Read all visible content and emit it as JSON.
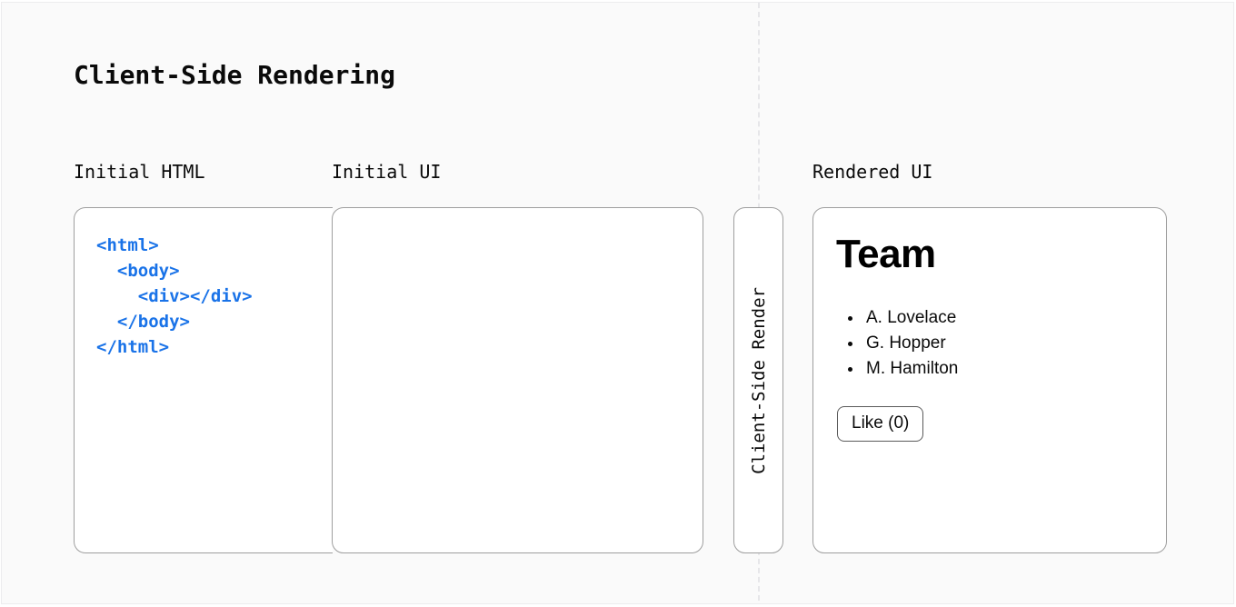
{
  "page": {
    "title": "Client-Side Rendering",
    "background_color": "#fafafa",
    "divider_color": "#e6e6e9",
    "panel_border_color": "#9e9e9e"
  },
  "captions": {
    "initial_html": "Initial HTML",
    "initial_ui": "Initial UI",
    "rendered_ui": "Rendered UI"
  },
  "code_panel": {
    "language": "html",
    "color": "#1a73e8",
    "source": "<html>\n  <body>\n    <div></div>\n  </body>\n</html>"
  },
  "initial_ui_panel": {
    "content": ""
  },
  "transition": {
    "label": "Client-Side Render",
    "orientation": "vertical-bottom-to-top"
  },
  "rendered_ui": {
    "heading": "Team",
    "list": [
      "A. Lovelace",
      "G. Hopper",
      "M. Hamilton"
    ],
    "button_label": "Like (0)"
  }
}
